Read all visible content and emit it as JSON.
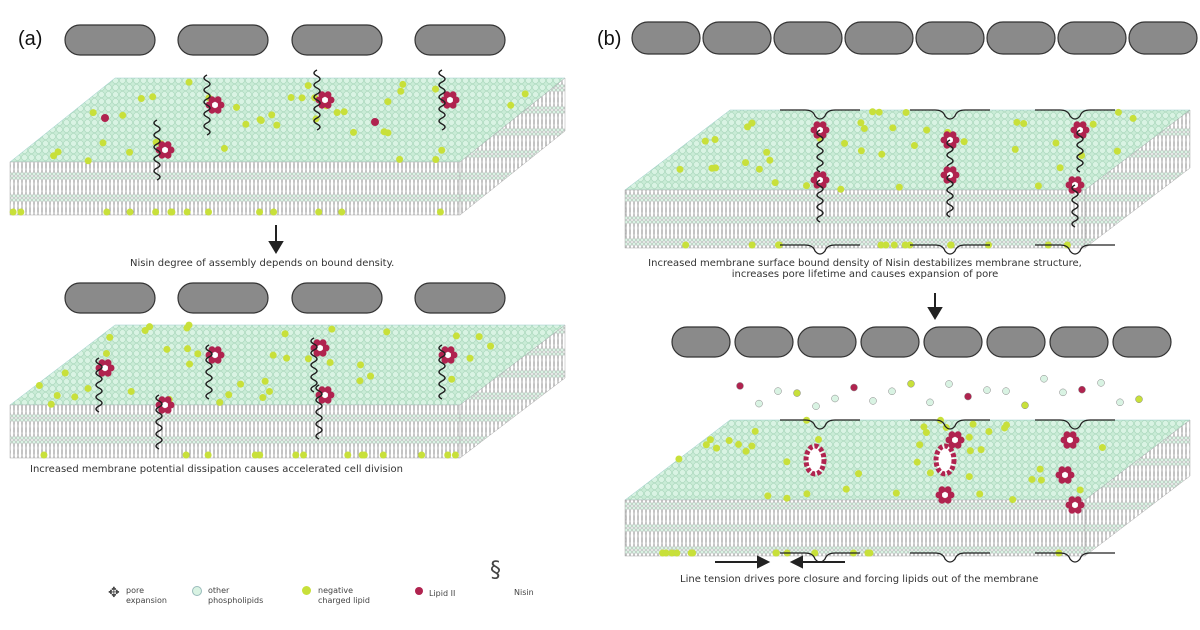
{
  "panels": {
    "a": "(a)",
    "b": "(b)"
  },
  "captions": {
    "a_middle": "Nisin degree of assembly depends on bound density.",
    "a_bottom": "Increased membrane potential dissipation causes accelerated cell division",
    "b_middle_line1": "Increased membrane surface bound density of Nisin destabilizes membrane structure,",
    "b_middle_line2": "increases pore lifetime  and causes expansion of pore",
    "b_bottom": "Line tension drives pore closure and forcing lipids out of the membrane"
  },
  "legend": [
    {
      "icon": "pore-expansion-icon",
      "label_line1": "pore",
      "label_line2": "expansion"
    },
    {
      "icon": "other-phospholipid-icon",
      "label_line1": "other",
      "label_line2": "phospholipids"
    },
    {
      "icon": "negative-charged-lipid-icon",
      "label_line1": "negative",
      "label_line2": "charged lipid"
    },
    {
      "icon": "lipid-ii-icon",
      "label_line1": "Lipid II",
      "label_line2": ""
    },
    {
      "icon": "nisin-icon",
      "label_line1": "Nisin",
      "label_line2": ""
    }
  ],
  "colors": {
    "membrane_surface": "#c9ecd6",
    "negative_lipid": "#c8e03a",
    "lipid_ii": "#b0234f",
    "cell": "#8a8a8a",
    "nisin": "#222222"
  }
}
